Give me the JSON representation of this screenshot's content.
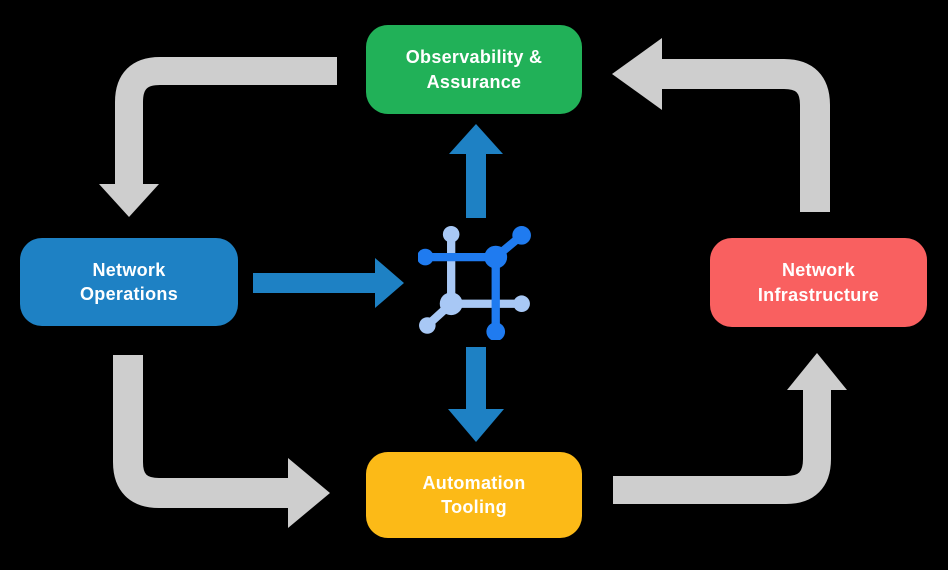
{
  "diagram": {
    "type": "cycle-flow-diagram",
    "nodes": {
      "observability": {
        "label": "Observability & Assurance",
        "lines": [
          "Observability &",
          "Assurance"
        ],
        "color": "#21b158"
      },
      "network_operations": {
        "label": "Network Operations",
        "lines": [
          "Network",
          "Operations"
        ],
        "color": "#1e81c4"
      },
      "network_infrastructure": {
        "label": "Network Infrastructure",
        "lines": [
          "Network",
          "Infrastructure"
        ],
        "color": "#f96060"
      },
      "automation_tooling": {
        "label": "Automation Tooling",
        "lines": [
          "Automation",
          "Tooling"
        ],
        "color": "#fcba17"
      }
    },
    "center_icon": {
      "name": "network-mesh-icon",
      "dark_color": "#1f7bf0",
      "light_color": "#a8c8f5"
    },
    "flows": [
      {
        "from": "observability",
        "to": "network_operations",
        "style": "gray"
      },
      {
        "from": "network_operations",
        "to": "automation_tooling",
        "style": "gray"
      },
      {
        "from": "automation_tooling",
        "to": "network_infrastructure",
        "style": "gray"
      },
      {
        "from": "network_infrastructure",
        "to": "observability",
        "style": "gray"
      },
      {
        "from": "network_operations",
        "to": "center_icon",
        "style": "blue"
      },
      {
        "from": "center_icon",
        "to": "observability",
        "style": "blue"
      },
      {
        "from": "center_icon",
        "to": "automation_tooling",
        "style": "blue"
      }
    ],
    "colors": {
      "background": "#000000",
      "arrow_gray": "#cecece",
      "arrow_blue": "#1e81c4",
      "text": "#ffffff"
    }
  }
}
